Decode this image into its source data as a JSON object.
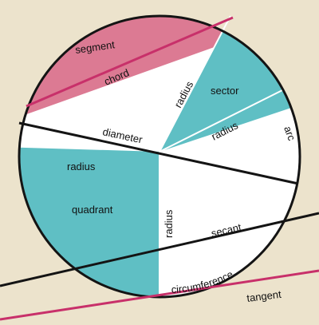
{
  "labels": {
    "segment": "segment",
    "chord": "chord",
    "radius_sector_left": "radius",
    "sector": "sector",
    "radius_sector_right": "radius",
    "arc": "arc",
    "diameter": "diameter",
    "radius_quadrant_top": "radius",
    "quadrant": "quadrant",
    "radius_vertical": "radius",
    "secant": "secant",
    "circumference": "circumference",
    "tangent": "tangent"
  },
  "colors": {
    "background": "#ece3cc",
    "circle_fill": "#ffffff",
    "segment_fill": "#dc7a93",
    "teal_fill": "#5fbfc4",
    "outline": "#141414",
    "magenta_line": "#c8306a"
  }
}
